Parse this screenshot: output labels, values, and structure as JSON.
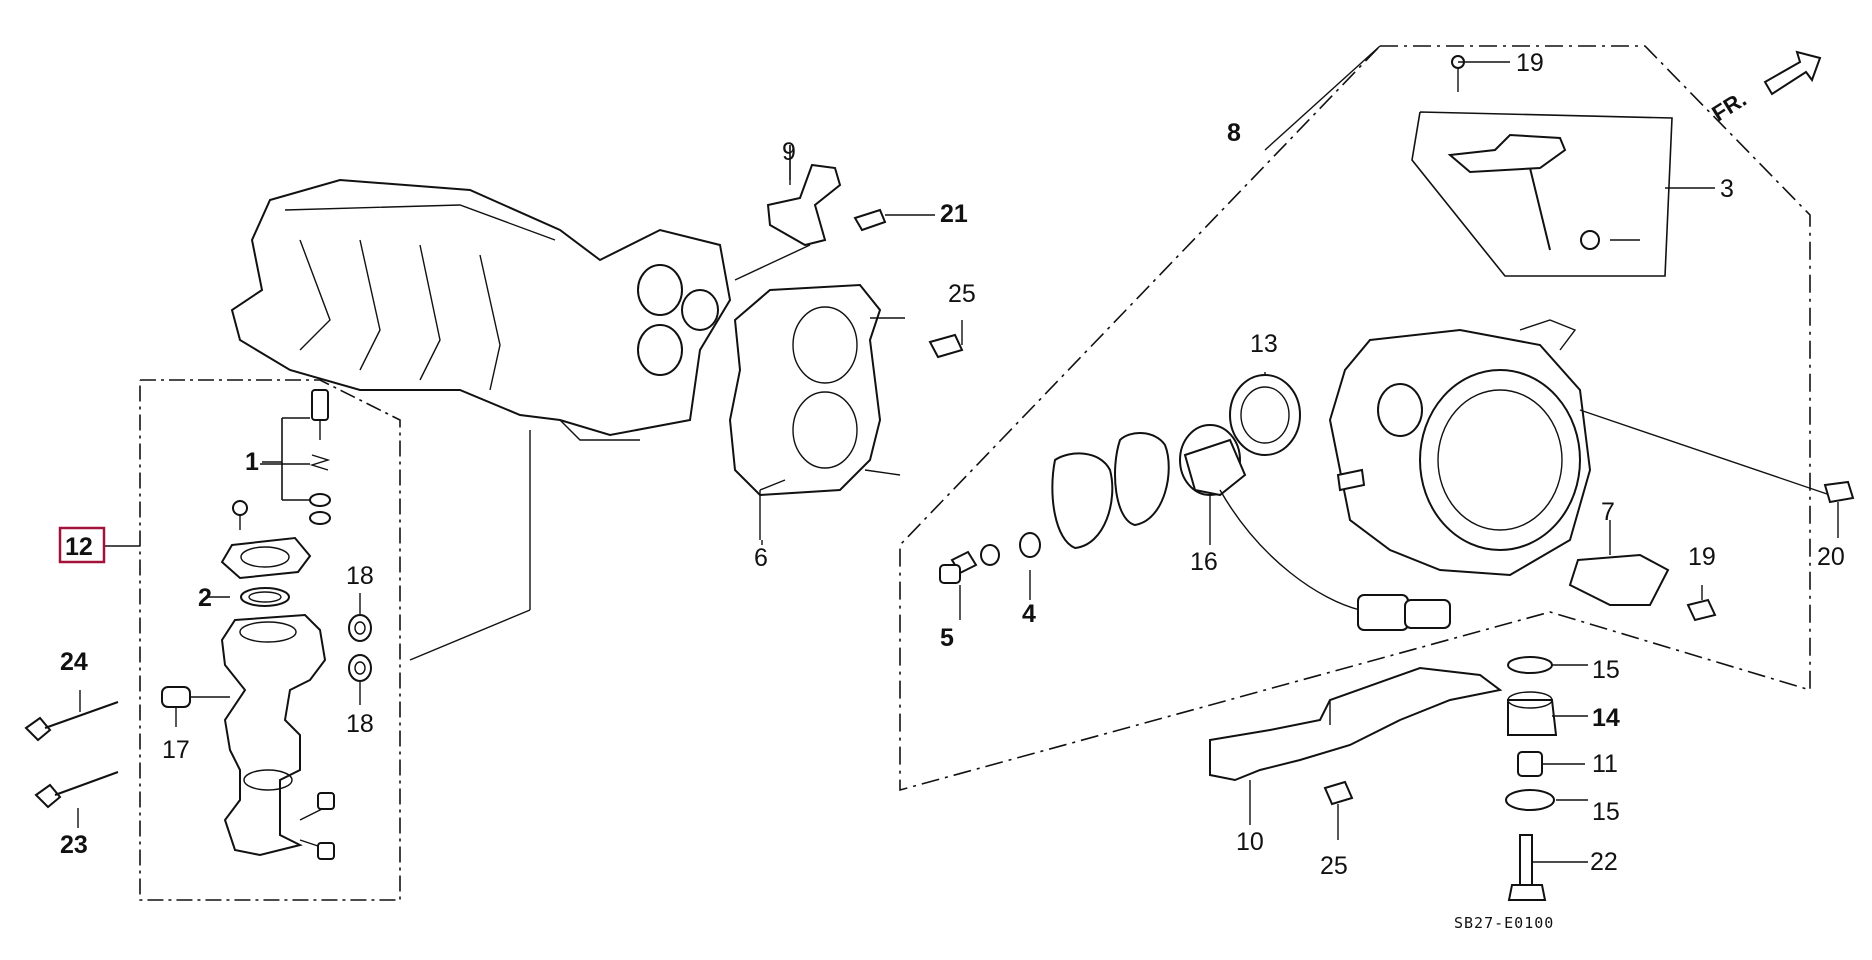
{
  "diagram_code": "SB27-E0100",
  "direction_arrow": "FR.",
  "highlight_color": "#a3123a",
  "callouts": [
    {
      "id": "1",
      "label": "1",
      "bold": true
    },
    {
      "id": "2",
      "label": "2",
      "bold": true
    },
    {
      "id": "3",
      "label": "3",
      "bold": false
    },
    {
      "id": "4",
      "label": "4",
      "bold": true
    },
    {
      "id": "5",
      "label": "5",
      "bold": true
    },
    {
      "id": "6",
      "label": "6",
      "bold": false
    },
    {
      "id": "7",
      "label": "7",
      "bold": false
    },
    {
      "id": "8",
      "label": "8",
      "bold": true
    },
    {
      "id": "9",
      "label": "9",
      "bold": false
    },
    {
      "id": "10",
      "label": "10",
      "bold": false
    },
    {
      "id": "11",
      "label": "11",
      "bold": false
    },
    {
      "id": "12",
      "label": "12",
      "bold": true,
      "highlighted": true
    },
    {
      "id": "13",
      "label": "13",
      "bold": false
    },
    {
      "id": "14",
      "label": "14",
      "bold": true
    },
    {
      "id": "15a",
      "label": "15",
      "bold": false
    },
    {
      "id": "15b",
      "label": "15",
      "bold": false
    },
    {
      "id": "16",
      "label": "16",
      "bold": false
    },
    {
      "id": "17",
      "label": "17",
      "bold": false
    },
    {
      "id": "18a",
      "label": "18",
      "bold": false
    },
    {
      "id": "18b",
      "label": "18",
      "bold": false
    },
    {
      "id": "19a",
      "label": "19",
      "bold": false
    },
    {
      "id": "19b",
      "label": "19",
      "bold": false
    },
    {
      "id": "20",
      "label": "20",
      "bold": false
    },
    {
      "id": "21",
      "label": "21",
      "bold": true
    },
    {
      "id": "22",
      "label": "22",
      "bold": false
    },
    {
      "id": "23",
      "label": "23",
      "bold": true
    },
    {
      "id": "24",
      "label": "24",
      "bold": true
    },
    {
      "id": "25a",
      "label": "25",
      "bold": false
    },
    {
      "id": "25b",
      "label": "25",
      "bold": false
    }
  ]
}
